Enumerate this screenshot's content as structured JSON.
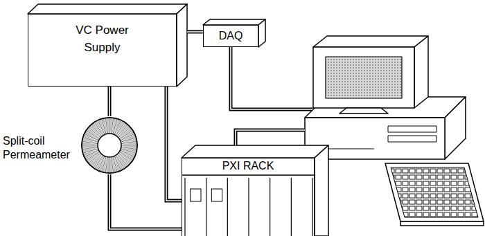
{
  "diagram": {
    "nodes": [
      {
        "text": [
          "VC Power Supply"
        ]
      },
      {
        "text": [
          "DAQ"
        ]
      },
      {
        "text": [
          "Split-coil Permeameter"
        ]
      },
      {
        "text": [
          "PXI RACK"
        ]
      }
    ],
    "edges": [
      {
        "from": 0,
        "to": 1,
        "arrow": "none"
      },
      {
        "from": 0,
        "to": 2,
        "arrow": "none"
      },
      {
        "from": 2,
        "to": 3,
        "arrow": "none"
      },
      {
        "from": 0,
        "to": 3,
        "arrow": "none"
      }
    ]
  }
}
